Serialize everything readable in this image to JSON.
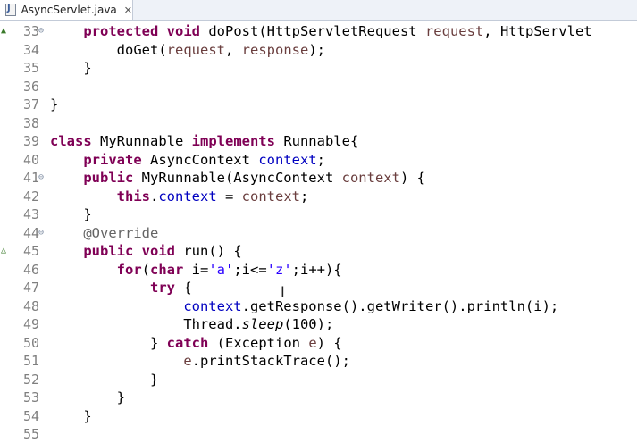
{
  "tab": {
    "title": "AsyncServlet.java",
    "close_glyph": "✕",
    "icon": "java-file-icon"
  },
  "gutter_markers": {
    "override": "▲",
    "implements": "△",
    "fold": "⊖"
  },
  "lines": [
    {
      "n": "33",
      "tokens": [
        {
          "t": "    "
        },
        {
          "t": "protected",
          "c": "kw"
        },
        {
          "t": " "
        },
        {
          "t": "void",
          "c": "kw"
        },
        {
          "t": " doPost(HttpServletRequest "
        },
        {
          "t": "request",
          "c": "param"
        },
        {
          "t": ", HttpServlet"
        }
      ]
    },
    {
      "n": "34",
      "tokens": [
        {
          "t": "        doGet("
        },
        {
          "t": "request",
          "c": "param"
        },
        {
          "t": ", "
        },
        {
          "t": "response",
          "c": "param"
        },
        {
          "t": ");"
        }
      ]
    },
    {
      "n": "35",
      "tokens": [
        {
          "t": "    }"
        }
      ]
    },
    {
      "n": "36",
      "tokens": []
    },
    {
      "n": "37",
      "tokens": [
        {
          "t": "}"
        }
      ]
    },
    {
      "n": "38",
      "tokens": []
    },
    {
      "n": "39",
      "tokens": [
        {
          "t": "class",
          "c": "kw"
        },
        {
          "t": " MyRunnable "
        },
        {
          "t": "implements",
          "c": "kw"
        },
        {
          "t": " Runnable{"
        }
      ]
    },
    {
      "n": "40",
      "tokens": [
        {
          "t": "    "
        },
        {
          "t": "private",
          "c": "kw"
        },
        {
          "t": " AsyncContext "
        },
        {
          "t": "context",
          "c": "var"
        },
        {
          "t": ";"
        }
      ]
    },
    {
      "n": "41",
      "tokens": [
        {
          "t": "    "
        },
        {
          "t": "public",
          "c": "kw"
        },
        {
          "t": " MyRunnable(AsyncContext "
        },
        {
          "t": "context",
          "c": "param"
        },
        {
          "t": ") {"
        }
      ]
    },
    {
      "n": "42",
      "tokens": [
        {
          "t": "        "
        },
        {
          "t": "this",
          "c": "kw"
        },
        {
          "t": "."
        },
        {
          "t": "context",
          "c": "var"
        },
        {
          "t": " = "
        },
        {
          "t": "context",
          "c": "param"
        },
        {
          "t": ";"
        }
      ]
    },
    {
      "n": "43",
      "tokens": [
        {
          "t": "    }"
        }
      ]
    },
    {
      "n": "44",
      "tokens": [
        {
          "t": "    "
        },
        {
          "t": "@Override",
          "c": "ann"
        }
      ]
    },
    {
      "n": "45",
      "tokens": [
        {
          "t": "    "
        },
        {
          "t": "public",
          "c": "kw"
        },
        {
          "t": " "
        },
        {
          "t": "void",
          "c": "kw"
        },
        {
          "t": " run() {"
        }
      ]
    },
    {
      "n": "46",
      "tokens": [
        {
          "t": "        "
        },
        {
          "t": "for",
          "c": "kw"
        },
        {
          "t": "("
        },
        {
          "t": "char",
          "c": "kw"
        },
        {
          "t": " i="
        },
        {
          "t": "'a'",
          "c": "str"
        },
        {
          "t": ";i<="
        },
        {
          "t": "'z'",
          "c": "str"
        },
        {
          "t": ";i++){"
        }
      ]
    },
    {
      "n": "47",
      "tokens": [
        {
          "t": "            "
        },
        {
          "t": "try",
          "c": "kw"
        },
        {
          "t": " {"
        }
      ]
    },
    {
      "n": "48",
      "tokens": [
        {
          "t": "                "
        },
        {
          "t": "context",
          "c": "var"
        },
        {
          "t": ".getResponse().getWriter().println(i);"
        }
      ]
    },
    {
      "n": "49",
      "tokens": [
        {
          "t": "                Thread."
        },
        {
          "t": "sleep",
          "c": "static-m"
        },
        {
          "t": "(100);"
        }
      ]
    },
    {
      "n": "50",
      "tokens": [
        {
          "t": "            } "
        },
        {
          "t": "catch",
          "c": "kw"
        },
        {
          "t": " (Exception "
        },
        {
          "t": "e",
          "c": "param"
        },
        {
          "t": ") {"
        }
      ]
    },
    {
      "n": "51",
      "tokens": [
        {
          "t": "                "
        },
        {
          "t": "e",
          "c": "param"
        },
        {
          "t": ".printStackTrace();"
        }
      ]
    },
    {
      "n": "52",
      "tokens": [
        {
          "t": "            }"
        }
      ]
    },
    {
      "n": "53",
      "tokens": [
        {
          "t": "        }"
        }
      ]
    },
    {
      "n": "54",
      "tokens": [
        {
          "t": "    }"
        }
      ]
    },
    {
      "n": "55",
      "tokens": []
    }
  ],
  "line_markers": {
    "33": [
      "override",
      "fold"
    ],
    "41": [
      "fold"
    ],
    "44": [
      "fold"
    ],
    "45": [
      "implements"
    ]
  }
}
